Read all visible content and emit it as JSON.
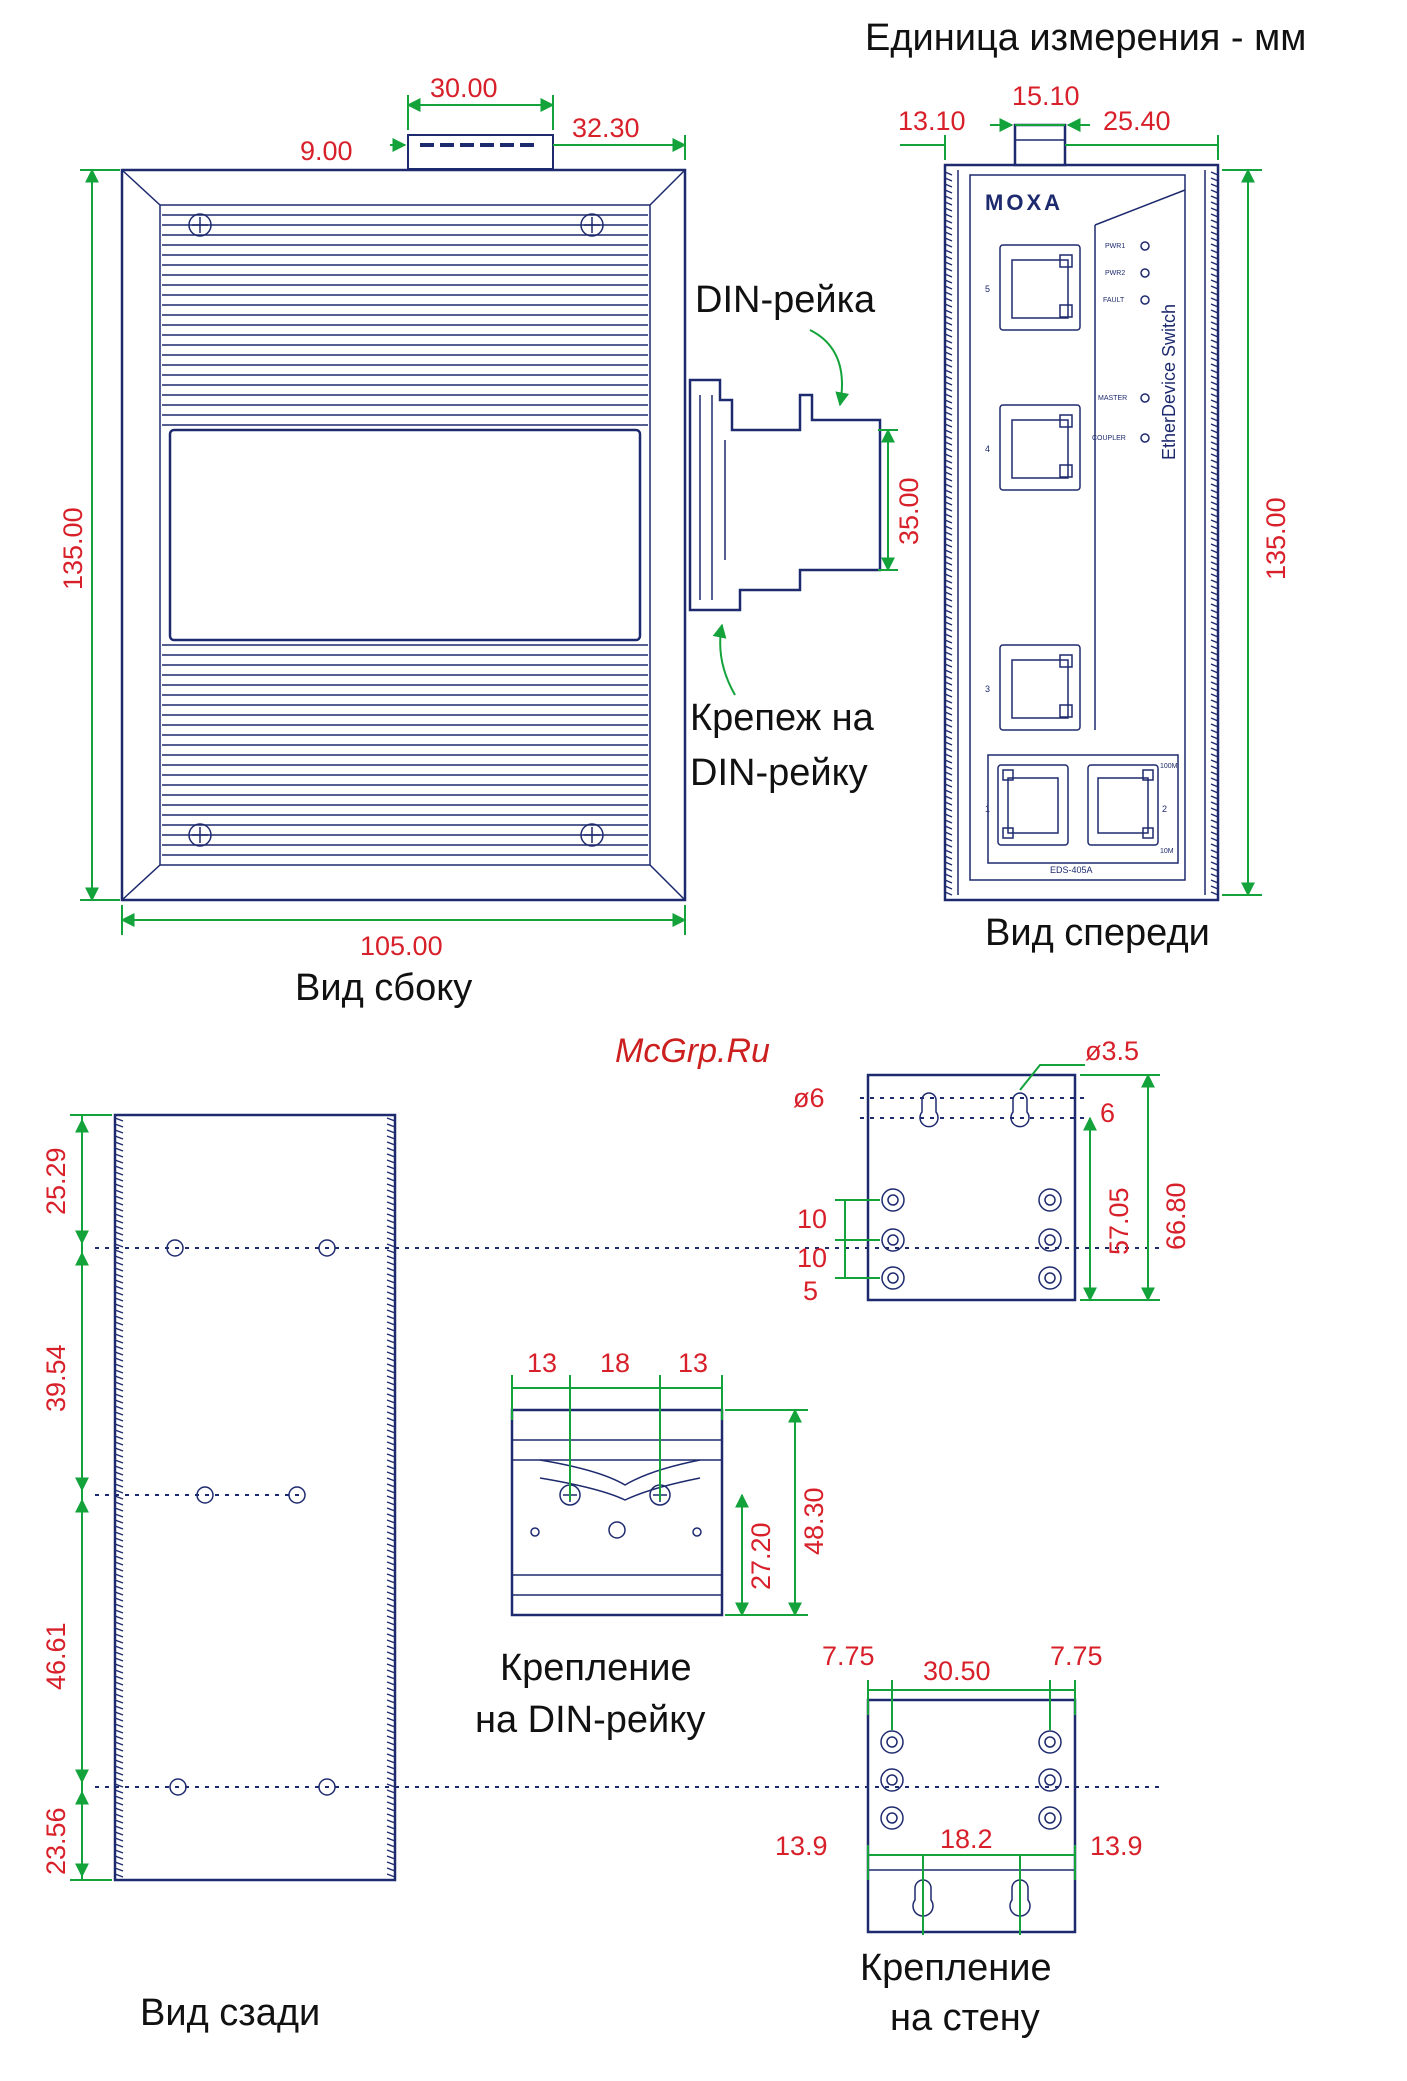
{
  "unit_label": "Единица измерения - мм",
  "watermark": "McGrp.Ru",
  "views": {
    "side": {
      "caption": "Вид сбоку",
      "dims": {
        "connector_width": "30.00",
        "connector_offset": "32.30",
        "connector_left": "9.00",
        "height": "135.00",
        "depth": "105.00",
        "rail_height": "35.00"
      },
      "din_rail_label": "DIN-рейка",
      "din_mount_label_line1": "Крепеж на",
      "din_mount_label_line2": "DIN-рейку"
    },
    "front": {
      "caption": "Вид спереди",
      "brand": "MOXA",
      "product": "EtherDevice Switch",
      "model": "EDS-405A",
      "leds": [
        "PWR1",
        "PWR2",
        "FAULT",
        "MASTER",
        "COUPLER"
      ],
      "port_numbers": [
        "5",
        "4",
        "3",
        "1",
        "2"
      ],
      "speed_labels": [
        "100M",
        "10M"
      ],
      "dims": {
        "left": "13.10",
        "center": "15.10",
        "right": "25.40",
        "height": "135.00"
      }
    },
    "rear": {
      "caption": "Вид сзади",
      "dims": [
        "25.29",
        "39.54",
        "46.61",
        "23.56"
      ]
    },
    "din_mount": {
      "caption_line1": "Крепление",
      "caption_line2": "на DIN-рейку",
      "dims": {
        "left": "13",
        "mid": "18",
        "right": "13",
        "height_inner": "27.20",
        "height_outer": "48.30"
      }
    },
    "wall_mount_top": {
      "dims": {
        "hole_large": "ø6",
        "hole_small": "ø3.5",
        "slot": "6",
        "spacing_1": "10",
        "spacing_2": "10",
        "spacing_3": "5",
        "height_inner": "57.05",
        "height_outer": "66.80"
      }
    },
    "wall_mount": {
      "caption_line1": "Крепление",
      "caption_line2": "на стену",
      "dims": {
        "left": "7.75",
        "mid": "30.50",
        "right": "7.75",
        "bottom_left": "13.9",
        "bottom_mid": "18.2",
        "bottom_right": "13.9"
      }
    }
  },
  "colors": {
    "body": "#1e2a6e",
    "dimension_text": "#d8202a",
    "dimension_line": "#13a33a"
  }
}
